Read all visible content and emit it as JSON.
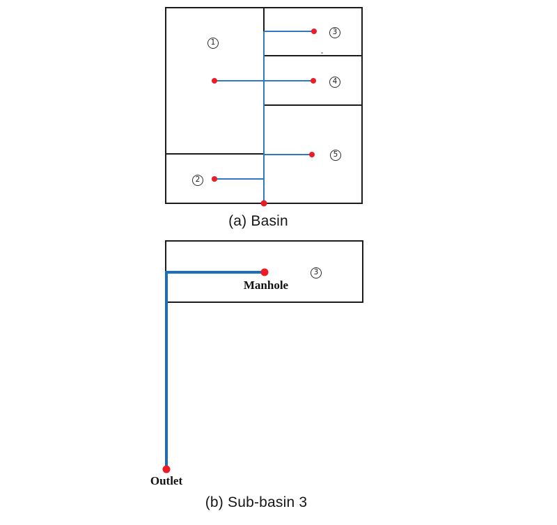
{
  "panel_a": {
    "caption": "(a) Basin",
    "labels": {
      "s1": "1",
      "s2": "2",
      "s3": "3",
      "s4": "4",
      "s5": "5"
    }
  },
  "panel_b": {
    "caption": "(b) Sub-basin 3",
    "subbasin_label": "3",
    "manhole_label": "Manhole",
    "outlet_label": "Outlet"
  },
  "colors": {
    "outline_black": "#1b1b1b",
    "channel_blue_thin": "#2e79bf",
    "conduit_blue_thick": "#1b6ebe",
    "node_red": "#ed1c24"
  }
}
